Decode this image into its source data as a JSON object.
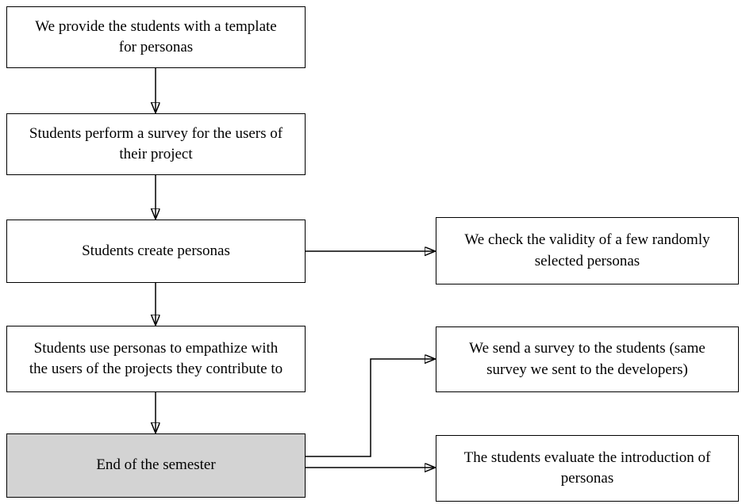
{
  "diagram": {
    "type": "flowchart",
    "background_color": "#ffffff",
    "box_border_color": "#000000",
    "box_fill_color": "#ffffff",
    "highlight_fill_color": "#d3d3d3",
    "arrow_color": "#000000",
    "left_column": [
      {
        "id": "provide-template",
        "label": "We provide the students with a template\nfor personas",
        "highlighted": false
      },
      {
        "id": "perform-survey",
        "label": "Students perform a survey for the users of\ntheir project",
        "highlighted": false
      },
      {
        "id": "create-personas",
        "label": "Students create personas",
        "highlighted": false
      },
      {
        "id": "use-personas",
        "label": "Students use personas to empathize with\nthe users of the projects they contribute to",
        "highlighted": false
      },
      {
        "id": "end-of-semester",
        "label": "End of the semester",
        "highlighted": true
      }
    ],
    "right_column": [
      {
        "id": "check-validity",
        "label": "We check the validity of a few randomly\nselected personas",
        "highlighted": false
      },
      {
        "id": "send-survey",
        "label": "We send a survey to the students (same\nsurvey we sent to the developers)",
        "highlighted": false
      },
      {
        "id": "evaluate-personas",
        "label": "The students evaluate the introduction of\npersonas",
        "highlighted": false
      }
    ],
    "connections": [
      {
        "from": "provide-template",
        "to": "perform-survey",
        "shape": "straight-down"
      },
      {
        "from": "perform-survey",
        "to": "create-personas",
        "shape": "straight-down"
      },
      {
        "from": "create-personas",
        "to": "use-personas",
        "shape": "straight-down"
      },
      {
        "from": "use-personas",
        "to": "end-of-semester",
        "shape": "straight-down"
      },
      {
        "from": "create-personas",
        "to": "check-validity",
        "shape": "straight-right"
      },
      {
        "from": "end-of-semester",
        "to": "send-survey",
        "shape": "elbow-right-up-right"
      },
      {
        "from": "end-of-semester",
        "to": "evaluate-personas",
        "shape": "straight-right"
      }
    ]
  }
}
